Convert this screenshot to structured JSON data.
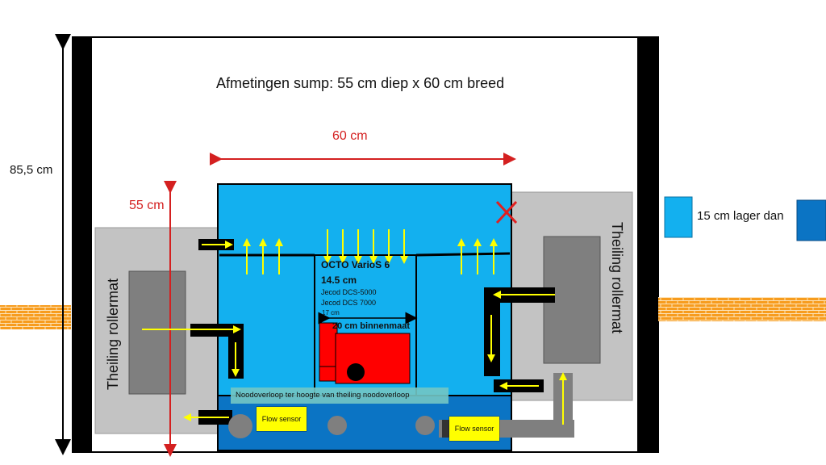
{
  "title": "Afmetingen sump: 55 cm diep x 60 cm breed",
  "dimensions": {
    "height": "85,5 cm",
    "width": "60 cm",
    "depth": "55 cm",
    "inner_width": "17 cm"
  },
  "roller_mats": {
    "left_label": "Theiling rollermat",
    "right_label": "Theiling rollermat"
  },
  "skimmer": {
    "model": "OCTO VarioS 6",
    "size": "14.5 cm",
    "option_1": "Jecod DCS-5000",
    "option_2": "Jecod DCS 7000",
    "inner_note": "20 cm binnenmaat"
  },
  "overflow_note": "Noodoverloop ter hoogte van theiling noodoverloop",
  "sensors": {
    "left": "Flow sensor",
    "right": "Flow sensor"
  },
  "legend": {
    "text": "15 cm lager dan"
  },
  "colors": {
    "sump_water": "#13b0ef",
    "sump_lower": "#0b74c4",
    "roller_frame": "#c3c3c3",
    "roller_mat": "#7f7f7f",
    "pump": "#ff0000",
    "arrow": "#ffff00",
    "pipe": "#000000",
    "brick": "#f79c1e",
    "dimension": "#d42020"
  }
}
